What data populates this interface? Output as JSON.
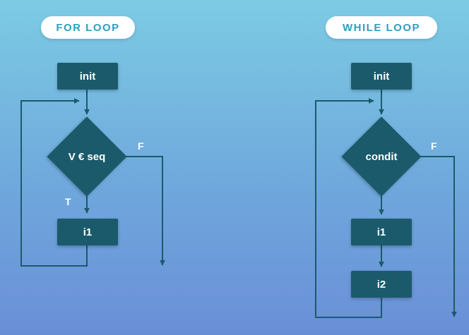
{
  "for_loop": {
    "title": "FOR LOOP",
    "init_label": "init",
    "condition_label": "V € seq",
    "true_label": "T",
    "false_label": "F",
    "body_label": "i1"
  },
  "while_loop": {
    "title": "WHILE LOOP",
    "init_label": "init",
    "condition_label": "condit",
    "false_label": "F",
    "body1_label": "i1",
    "body2_label": "i2"
  },
  "colors": {
    "node_fill": "#1b5a6b",
    "line": "#1b5a6b",
    "title_text": "#2e9fc0",
    "background_top": "#7ccbe4",
    "background_bottom": "#6a8fd8"
  }
}
